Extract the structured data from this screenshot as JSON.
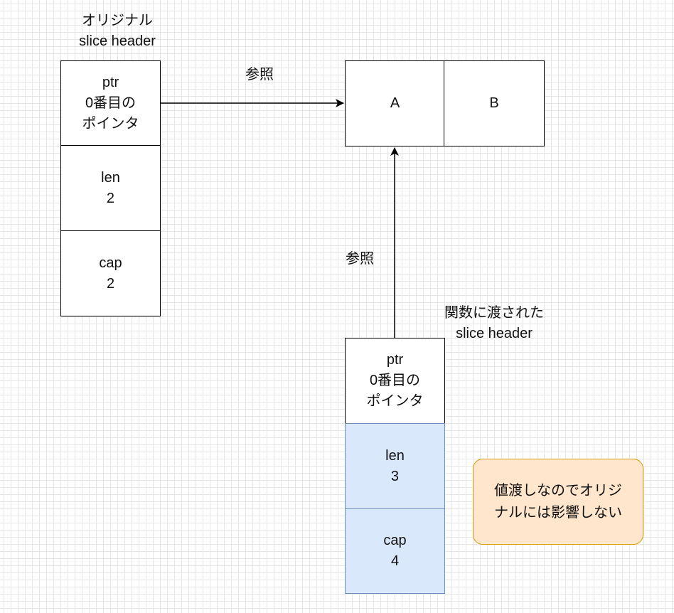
{
  "original": {
    "title": "オリジナル\nslice header",
    "cells": [
      {
        "text": "ptr\n0番目の\nポインタ"
      },
      {
        "text": "len\n2"
      },
      {
        "text": "cap\n2"
      }
    ]
  },
  "array": {
    "cells": [
      {
        "text": "A"
      },
      {
        "text": "B"
      }
    ]
  },
  "passed": {
    "title": "関数に渡された\nslice header",
    "cells": [
      {
        "text": "ptr\n0番目の\nポインタ"
      },
      {
        "text": "len\n3"
      },
      {
        "text": "cap\n4"
      }
    ]
  },
  "arrows": {
    "top_label": "参照",
    "vertical_label": "参照"
  },
  "note": {
    "text": "値渡しなのでオリジ\nナルには影響しない"
  },
  "colors": {
    "grid": "#e6e6e6",
    "passed_fill": "#dae8fc",
    "passed_border": "#6c8ebf",
    "note_fill": "#ffe6cc",
    "note_border": "#d79b00"
  }
}
